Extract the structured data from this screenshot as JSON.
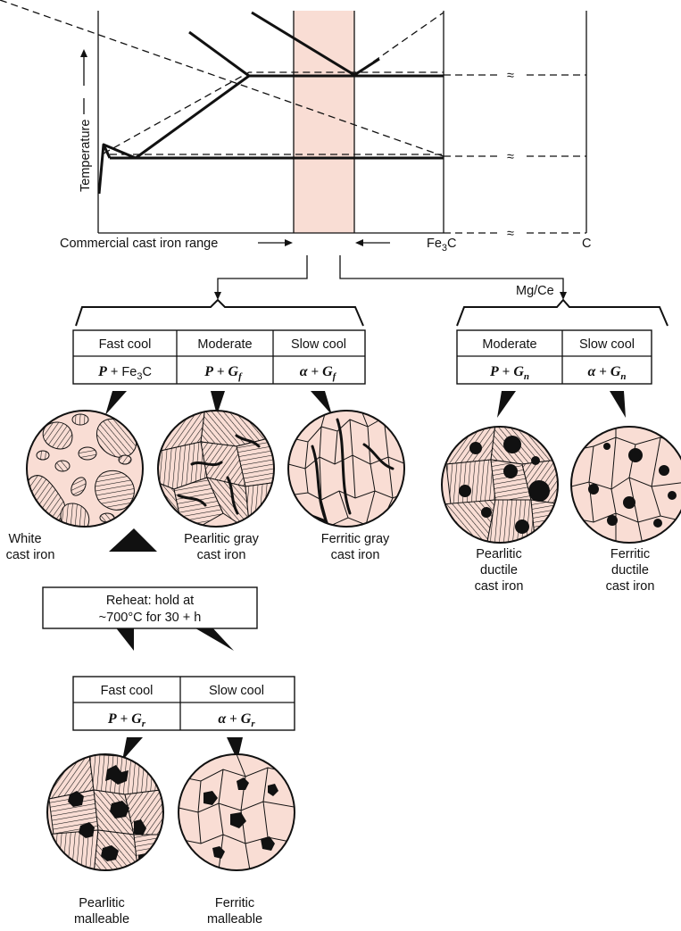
{
  "phase_diagram": {
    "y_axis_label": "Temperature",
    "range_label": "Commercial cast iron range",
    "fe3c_label": "Fe",
    "fe3c_sub": "3",
    "fe3c_tail": "C",
    "c_label": "C",
    "break_mark": "≈",
    "range_fill_color": "#f9ddd4"
  },
  "branches": {
    "ductile_additive": "Mg/Ce"
  },
  "gray_white_table": {
    "headers": [
      "Fast cool",
      "Moderate",
      "Slow cool"
    ],
    "phases": [
      {
        "main": "P",
        "plus": " + ",
        "second": "Fe",
        "second_sub": "3",
        "second_tail": "C"
      },
      {
        "main": "P",
        "plus": " + ",
        "second": "G",
        "second_sub": "f"
      },
      {
        "main": "α",
        "plus": " + ",
        "second": "G",
        "second_sub": "f"
      }
    ]
  },
  "ductile_table": {
    "headers": [
      "Moderate",
      "Slow cool"
    ],
    "phases": [
      {
        "main": "P",
        "plus": " + ",
        "second": "G",
        "second_sub": "n"
      },
      {
        "main": "α",
        "plus": " + ",
        "second": "G",
        "second_sub": "n"
      }
    ]
  },
  "malleable_table": {
    "headers": [
      "Fast cool",
      "Slow cool"
    ],
    "phases": [
      {
        "main": "P",
        "plus": " + ",
        "second": "G",
        "second_sub": "r"
      },
      {
        "main": "α",
        "plus": " + ",
        "second": "G",
        "second_sub": "r"
      }
    ]
  },
  "reheat": {
    "line1": "Reheat: hold at",
    "line2": "~700°C for 30 + h"
  },
  "microstructures": {
    "white": [
      "White",
      "cast iron"
    ],
    "pearlitic_gray": [
      "Pearlitic gray",
      "cast iron"
    ],
    "ferritic_gray": [
      "Ferritic gray",
      "cast iron"
    ],
    "pearlitic_ductile": [
      "Pearlitic",
      "ductile",
      "cast iron"
    ],
    "ferritic_ductile": [
      "Ferritic",
      "ductile",
      "cast iron"
    ],
    "pearlitic_malleable": [
      "Pearlitic",
      "malleable"
    ],
    "ferritic_malleable": [
      "Ferritic",
      "malleable"
    ]
  },
  "colors": {
    "microstructure_fill": "#f9ddd4",
    "ink": "#111111"
  }
}
